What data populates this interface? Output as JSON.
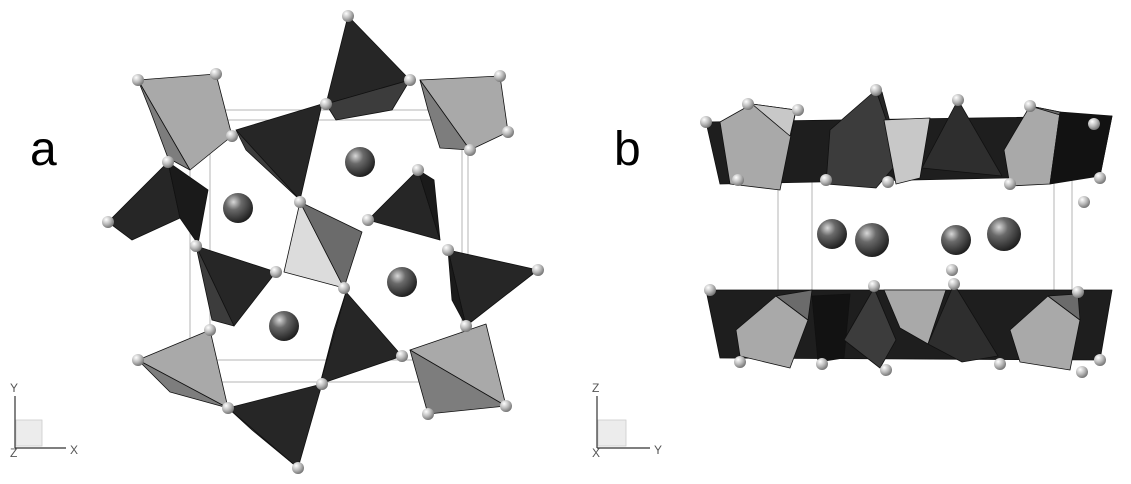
{
  "figure": {
    "panels": [
      {
        "id": "a",
        "label": "a",
        "axes": {
          "vertical": "Y",
          "horizontal": "X",
          "out_of_plane": "Z"
        }
      },
      {
        "id": "b",
        "label": "b",
        "axes": {
          "vertical": "Z",
          "horizontal": "Y",
          "out_of_plane": "X"
        }
      }
    ],
    "colors": {
      "tetra_dark": "#262626",
      "tetra_dark_shade": "#3c3c3c",
      "tetra_mid": "#6b6b6b",
      "tetra_light": "#a9a9a9",
      "tetra_light_shade": "#c8c8c8",
      "tetra_pale": "#dcdcdc",
      "cation_sphere": "#3a3a3a",
      "oxygen_sphere": "#bdbdbd",
      "unit_cell": "#b5b5b5"
    }
  }
}
